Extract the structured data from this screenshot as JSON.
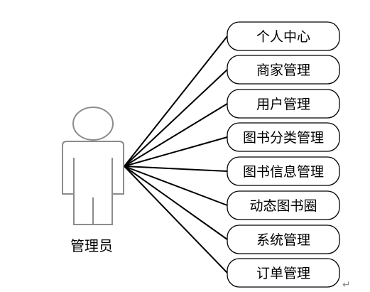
{
  "actor": {
    "label": "管理员",
    "icon": "person-icon"
  },
  "use_cases": [
    {
      "label": "个人中心"
    },
    {
      "label": "商家管理"
    },
    {
      "label": "用户管理"
    },
    {
      "label": "图书分类管理"
    },
    {
      "label": "图书信息管理"
    },
    {
      "label": "动态图书圈"
    },
    {
      "label": "系统管理"
    },
    {
      "label": "订单管理"
    }
  ],
  "colors": {
    "line": "#000000",
    "actor_outline": "#8c8c8c",
    "background": "#ffffff"
  },
  "paragraph_mark": "↵"
}
